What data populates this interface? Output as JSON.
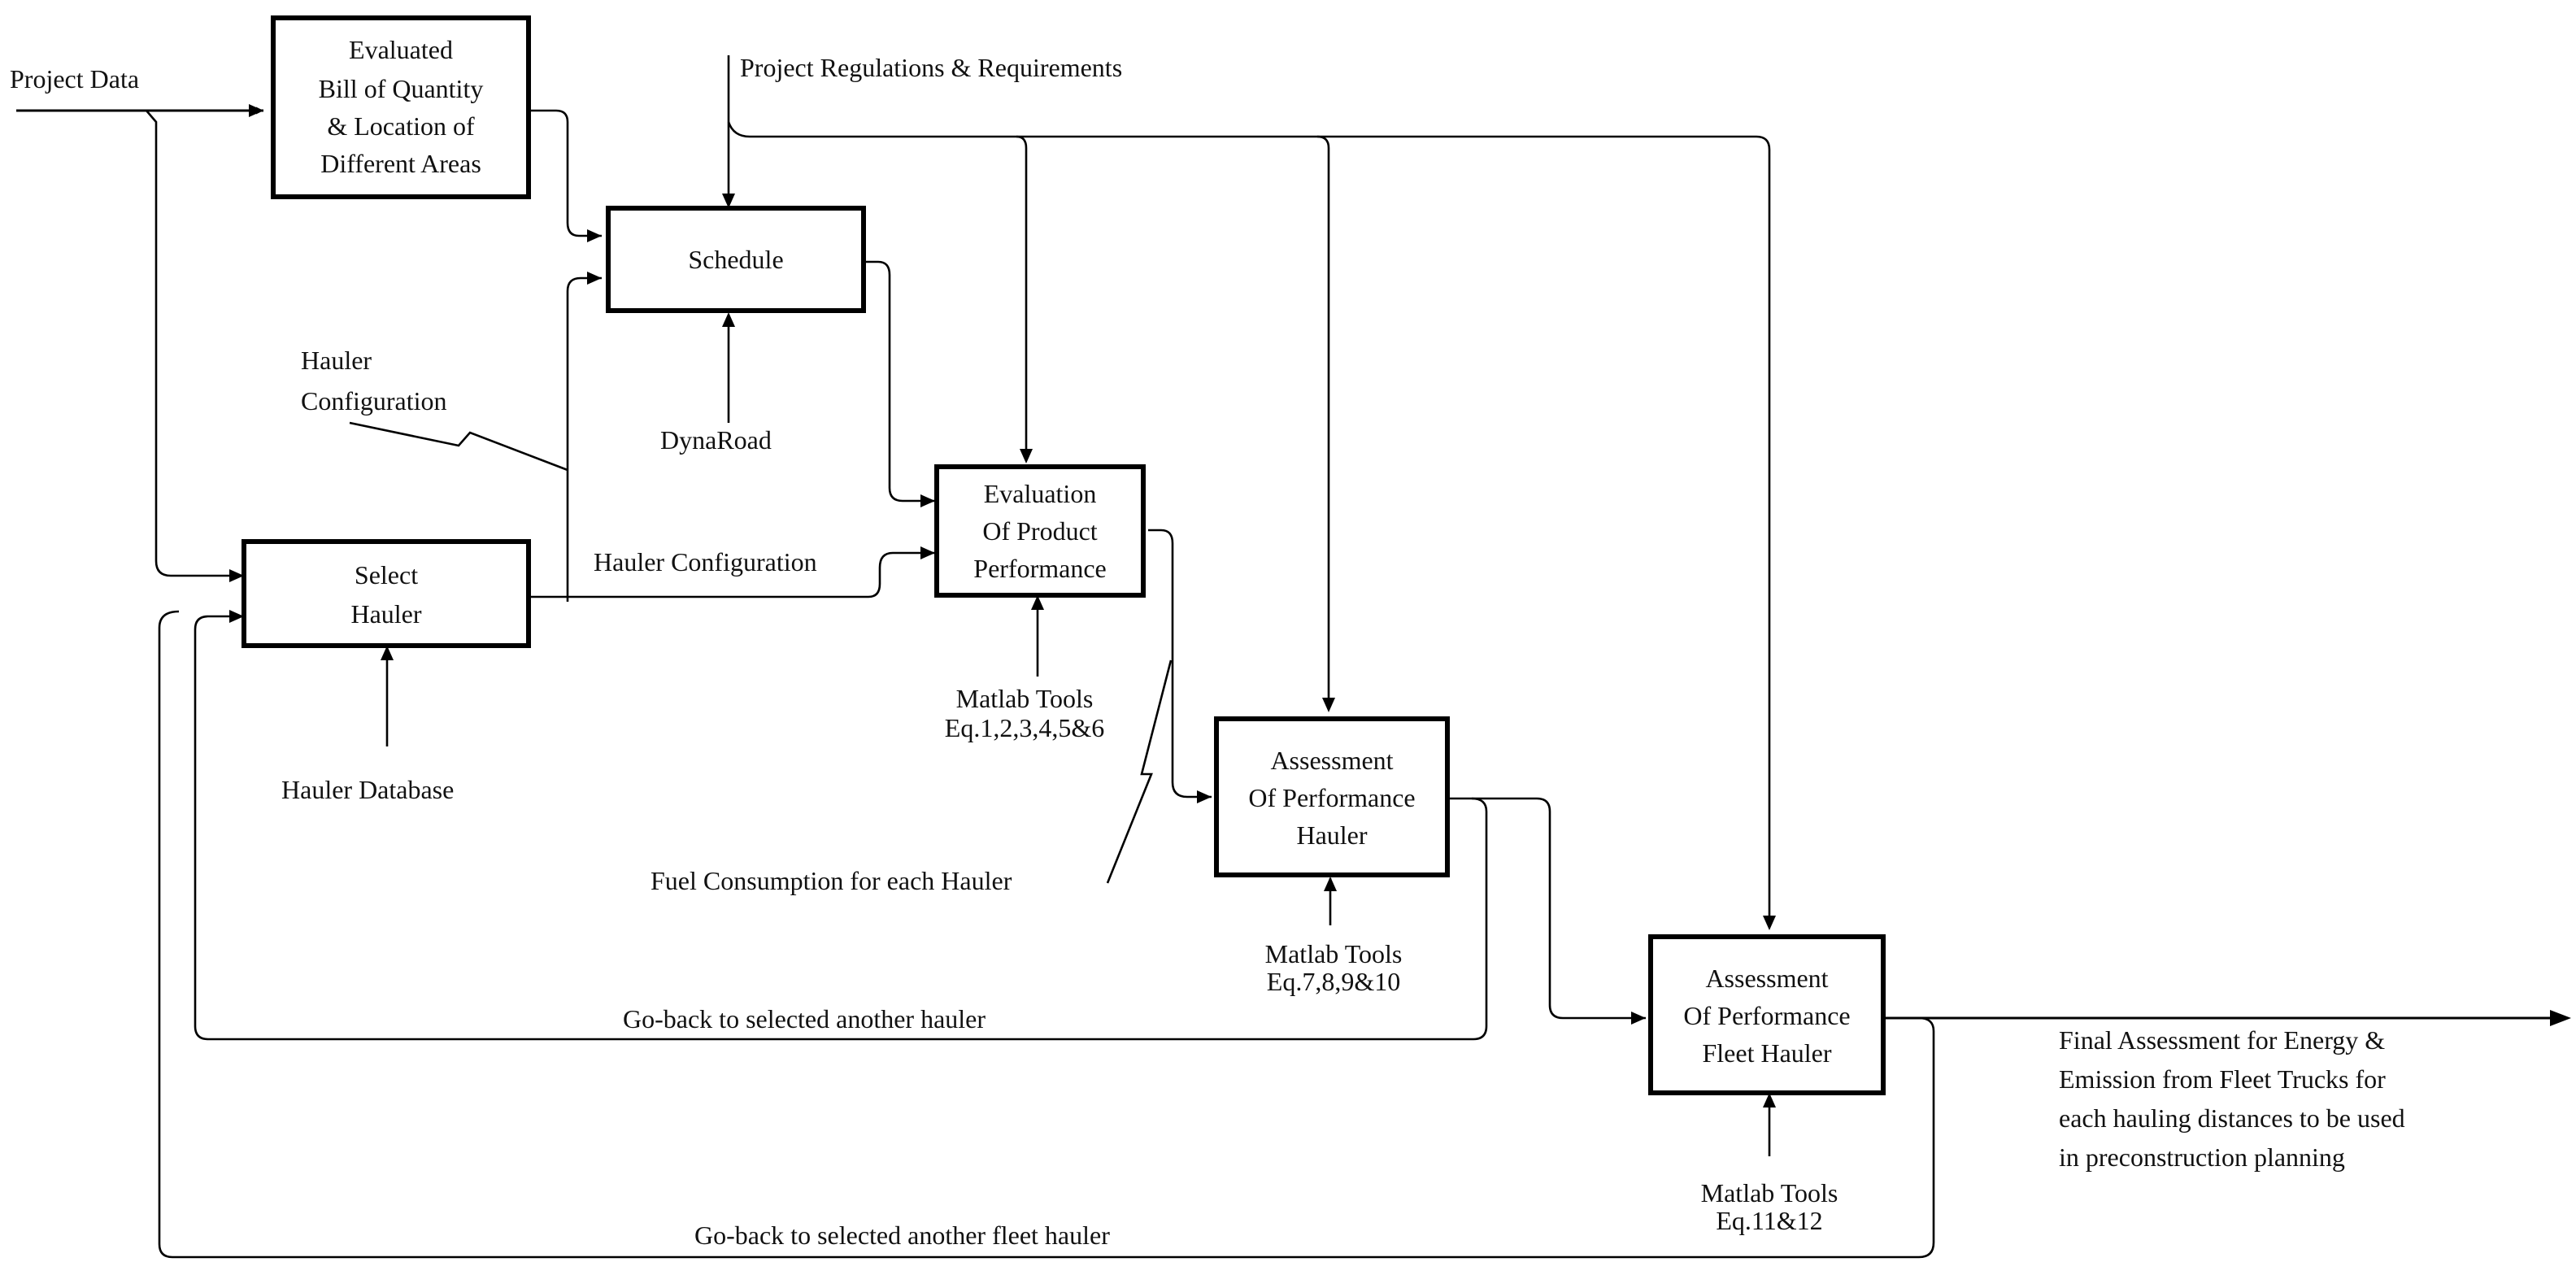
{
  "boxes": {
    "evaluated_boq": [
      "Evaluated",
      "Bill of Quantity",
      "& Location of",
      "Different Areas"
    ],
    "schedule": [
      "Schedule"
    ],
    "select_hauler": [
      "Select",
      "Hauler"
    ],
    "evaluation_product": [
      "Evaluation",
      "Of Product",
      "Performance"
    ],
    "assessment_hauler": [
      "Assessment",
      "Of Performance",
      "Hauler"
    ],
    "assessment_fleet": [
      "Assessment",
      "Of Performance",
      "Fleet Hauler"
    ]
  },
  "labels": {
    "project_data": "Project Data",
    "project_regulations": "Project Regulations & Requirements",
    "hauler_configuration_1": [
      "Hauler",
      "Configuration"
    ],
    "dynaroad": "DynaRoad",
    "hauler_configuration_2": "Hauler Configuration",
    "hauler_database": "Hauler Database",
    "matlab_tools_1": [
      "Matlab Tools",
      "Eq.1,2,3,4,5&6"
    ],
    "fuel_consumption": "Fuel Consumption for each Hauler",
    "matlab_tools_2": [
      "Matlab Tools",
      "Eq.7,8,9&10"
    ],
    "go_back_hauler": "Go-back to selected another hauler",
    "matlab_tools_3": [
      "Matlab Tools",
      "Eq.11&12"
    ],
    "go_back_fleet": "Go-back to selected another fleet hauler",
    "final_assessment": [
      "Final Assessment for Energy &",
      "Emission from Fleet Trucks for",
      "each hauling distances to be used",
      "in preconstruction planning"
    ]
  }
}
